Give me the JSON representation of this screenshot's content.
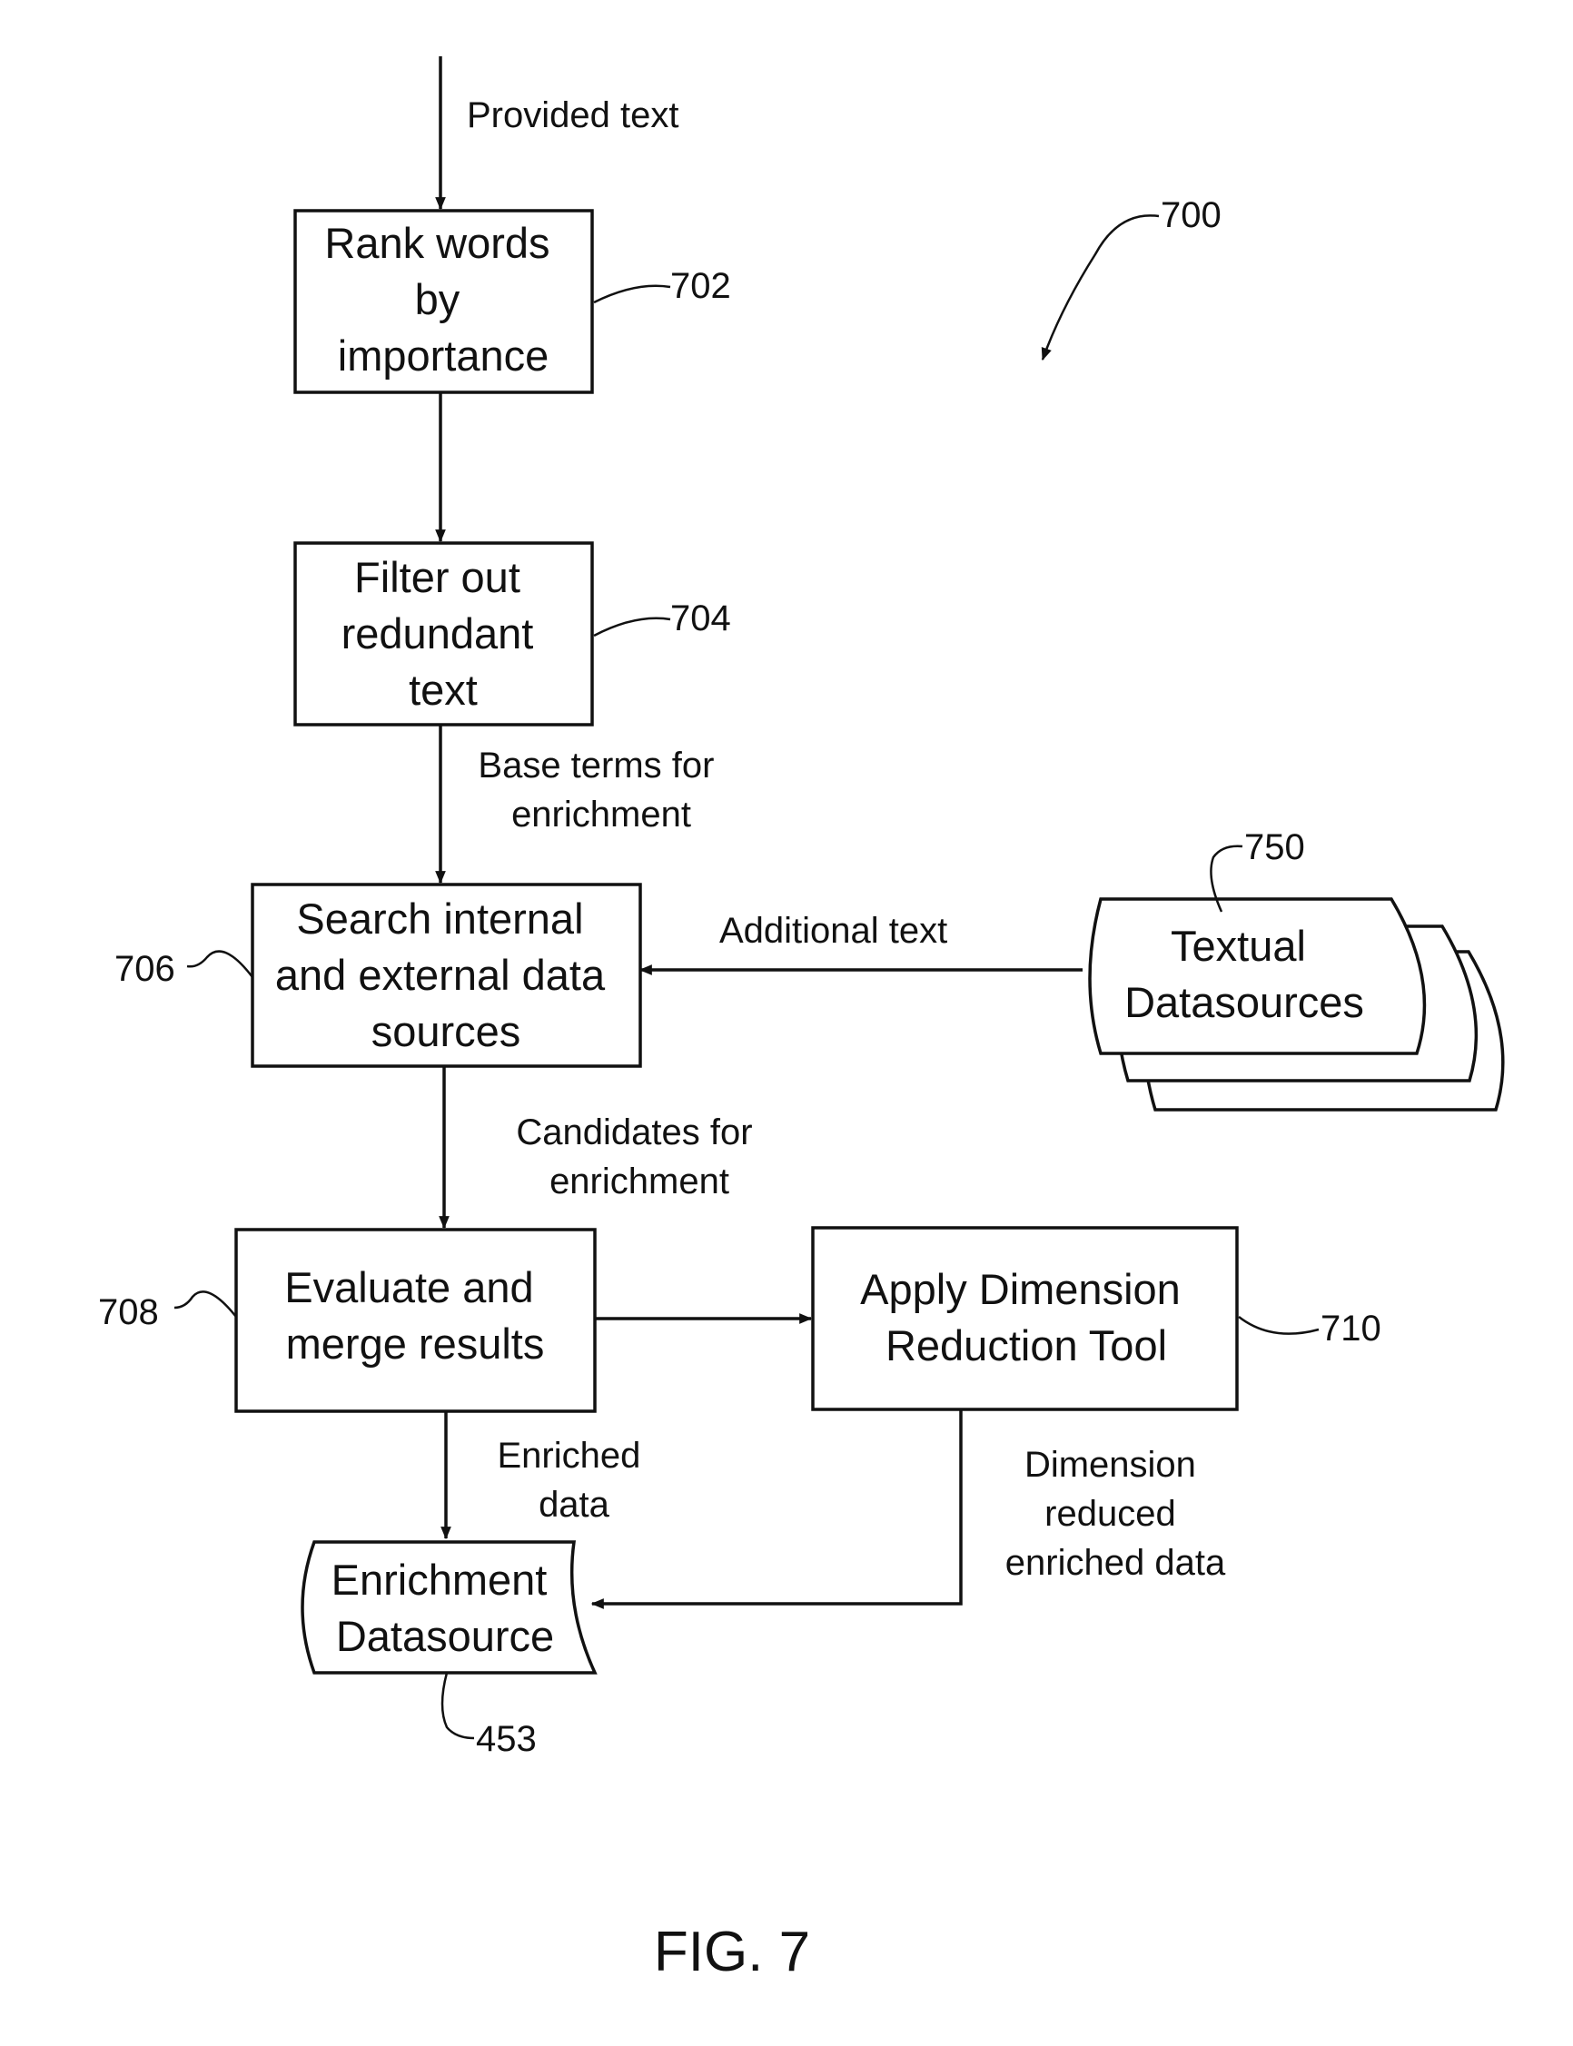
{
  "figure_label": "FIG. 7",
  "diagram_ref": "700",
  "nodes": {
    "rank": {
      "lines": [
        "Rank words",
        "by",
        "importance"
      ],
      "ref": "702"
    },
    "filter": {
      "lines": [
        "Filter out",
        "redundant",
        "text"
      ],
      "ref": "704"
    },
    "search": {
      "lines": [
        "Search internal",
        "and external data",
        "sources"
      ],
      "ref": "706"
    },
    "evaluate": {
      "lines": [
        "Evaluate and",
        "merge results"
      ],
      "ref": "708"
    },
    "reduce": {
      "lines": [
        "Apply Dimension",
        "Reduction Tool"
      ],
      "ref": "710"
    },
    "textual": {
      "lines": [
        "Textual",
        "Datasources"
      ],
      "ref": "750"
    },
    "enrichment": {
      "lines": [
        "Enrichment",
        "Datasource"
      ],
      "ref": "453"
    }
  },
  "edges": {
    "provided": {
      "lines": [
        "Provided text"
      ]
    },
    "base_terms": {
      "lines": [
        "Base terms for",
        "enrichment"
      ]
    },
    "additional": {
      "lines": [
        "Additional text"
      ]
    },
    "candidates": {
      "lines": [
        "Candidates for",
        "enrichment"
      ]
    },
    "enriched": {
      "lines": [
        "Enriched",
        "data"
      ]
    },
    "dim_reduced": {
      "lines": [
        "Dimension",
        "reduced",
        "enriched data"
      ]
    }
  }
}
